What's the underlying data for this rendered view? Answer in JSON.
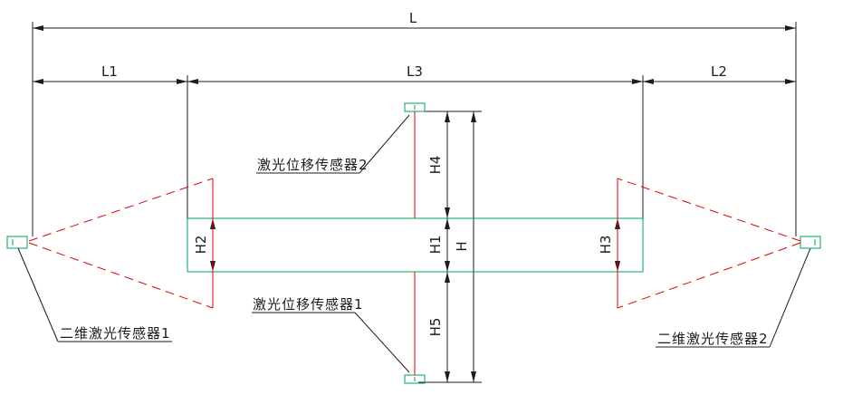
{
  "dimensions": {
    "L": "L",
    "L1": "L1",
    "L2": "L2",
    "L3": "L3",
    "H": "H",
    "H1": "H1",
    "H2": "H2",
    "H3": "H3",
    "H4": "H4",
    "H5": "H5"
  },
  "labels": {
    "laser_displacement_sensor_2": "激光位移传感器2",
    "laser_displacement_sensor_1": "激光位移传感器1",
    "laser_2d_sensor_1": "二维激光传感器1",
    "laser_2d_sensor_2": "二维激光传感器2"
  },
  "colors": {
    "dimension_lines": "#1c1c1c",
    "laser_beam": "#e60000",
    "workpiece_and_sensors": "#00a651",
    "background": "#ffffff"
  }
}
